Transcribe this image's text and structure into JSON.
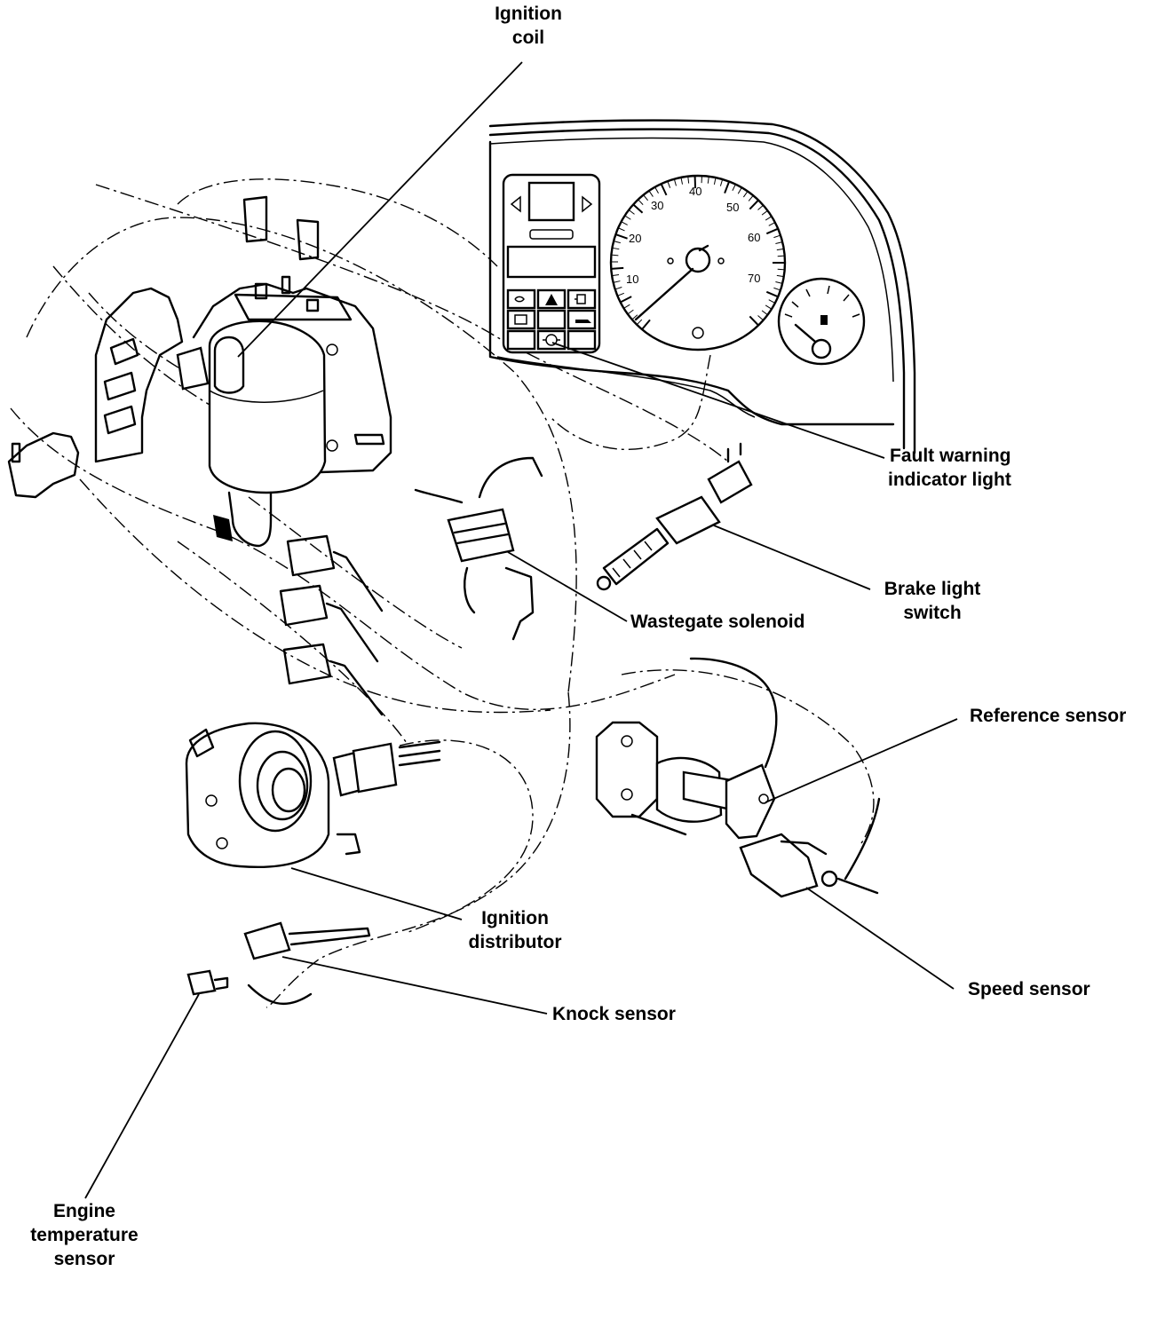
{
  "labels": {
    "ignition_coil": [
      "Ignition",
      "coil"
    ],
    "fault_warning": [
      "Fault warning",
      "indicator light"
    ],
    "brake_light_switch": [
      "Brake light",
      "switch"
    ],
    "wastegate_solenoid": "Wastegate solenoid",
    "reference_sensor": "Reference sensor",
    "ignition_distributor": [
      "Ignition",
      "distributor"
    ],
    "speed_sensor": "Speed sensor",
    "knock_sensor": "Knock sensor",
    "engine_temperature_sensor": [
      "Engine",
      "temperature",
      "sensor"
    ]
  },
  "speedometer": {
    "scale": [
      "10",
      "20",
      "30",
      "40",
      "50",
      "60",
      "70"
    ]
  },
  "icons": [
    "warning-triangle-icon",
    "engine-check-icon",
    "fuel-pump-icon",
    "headlight-icon",
    "battery-icon",
    "oil-can-icon"
  ]
}
